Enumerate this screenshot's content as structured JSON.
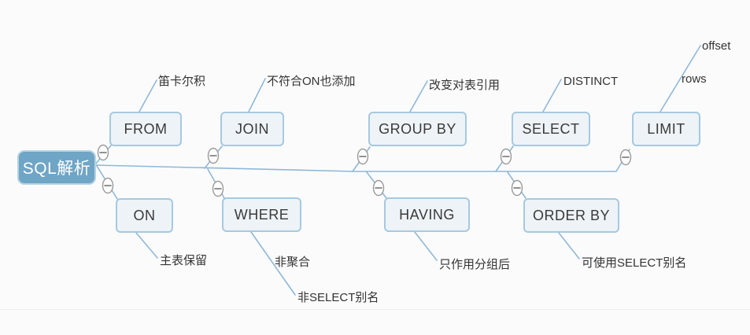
{
  "mindmap": {
    "title": "SQL parsing order mind map",
    "nodes": {
      "root": "SQL解析",
      "from": "FROM",
      "join": "JOIN",
      "groupby": "GROUP BY",
      "select": "SELECT",
      "limit": "LIMIT",
      "on": "ON",
      "where": "WHERE",
      "having": "HAVING",
      "orderby": "ORDER BY"
    },
    "annotations": {
      "from": "笛卡尔积",
      "join": "不符合ON也添加",
      "groupby": "改变对表引用",
      "select": "DISTINCT",
      "limit_offset": "offset",
      "limit_rows": "rows",
      "on": "主表保留",
      "where_1": "非聚合",
      "where_2": "非SELECT别名",
      "having": "只作用分组后",
      "orderby": "可使用SELECT别名"
    },
    "icons": {
      "collapse": "minus-in-circle"
    },
    "colors": {
      "root_fill": "#6fa5c5",
      "root_border": "#b7d3e3",
      "root_text": "#ffffff",
      "node_fill": "#eef3f7",
      "node_border": "#a6c9e0",
      "node_text": "#3a3a3a",
      "annotation_text": "#333333",
      "line": "#8fb8d8",
      "icon_stroke": "#9a9a9a",
      "icon_minus": "#6e6e6e"
    }
  }
}
